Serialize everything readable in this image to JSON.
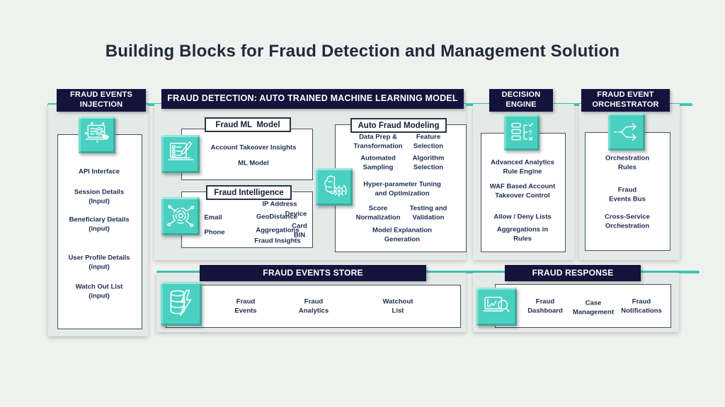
{
  "title": "Building Blocks for Fraud Detection and Management Solution",
  "colors": {
    "accent_teal": "#3bc7b2",
    "icon_teal": "#49d0c1",
    "header_navy": "#13133c",
    "panel_bg": "#e4eae7",
    "page_bg": "#eff1ef",
    "text_navy": "#1d2c51"
  },
  "panels": {
    "injection": {
      "title": "FRAUD EVENTS\nINJECTION",
      "icon": "laptop-gear-cursor-icon",
      "items": [
        "API Interface",
        "Session Details\n(Input)",
        "Beneficiary Details\n(input)",
        "User Profile Details\n(input)",
        "Watch Out List\n(input)"
      ]
    },
    "detection": {
      "title": "FRAUD DETECTION: AUTO TRAINED MACHINE LEARNING MODEL",
      "ml_model": {
        "label": "Fraud ML  Model",
        "icon": "laptop-checklist-pencil-icon",
        "items": [
          "Account Takeover Insights",
          "ML Model"
        ]
      },
      "intelligence": {
        "label": "Fraud Intelligence",
        "icon": "fingerprint-network-icon",
        "items": {
          "ip": "IP Address",
          "email": "Email",
          "geo": "GeoDistance",
          "device": "Device",
          "phone": "Phone",
          "agg": "Aggregations",
          "card": "Card\nBIN",
          "insights": "Fraud Insights"
        }
      },
      "auto_modeling": {
        "label": "Auto Fraud Modeling",
        "icon": "brain-gear-icon",
        "items": [
          "Data Prep &\nTransformation",
          "Feature\nSelection",
          "Automated\nSampling",
          "Algorithm\nSelection",
          "Hyper-parameter Tuning\nand Optimization",
          "Score\nNormalization",
          "Testing and\nValidation",
          "Model Explanation\nGeneration"
        ]
      }
    },
    "decision": {
      "title": "DECISION\nENGINE",
      "icon": "rules-decision-icon",
      "items": [
        "Advanced Analytics\nRule Engine",
        "WAF Based Account\nTakeover Control",
        "Allow / Deny Lists",
        "Aggregations in\nRules"
      ]
    },
    "orchestrator": {
      "title": "FRAUD EVENT\nORCHESTRATOR",
      "icon": "branch-arrows-icon",
      "items": [
        "Orchestration\nRules",
        "Fraud\nEvents Bus",
        "Cross-Service\nOrchestration"
      ]
    },
    "store": {
      "title": "FRAUD EVENTS STORE",
      "icon": "database-lightning-icon",
      "items": [
        "Fraud\nEvents",
        "Fraud\nAnalytics",
        "Watchout\nList"
      ]
    },
    "response": {
      "title": "FRAUD RESPONSE",
      "icon": "dashboard-magnifier-icon",
      "items": [
        "Fraud\nDashboard",
        "Case\nManagement",
        "Fraud\nNotifications"
      ]
    }
  }
}
